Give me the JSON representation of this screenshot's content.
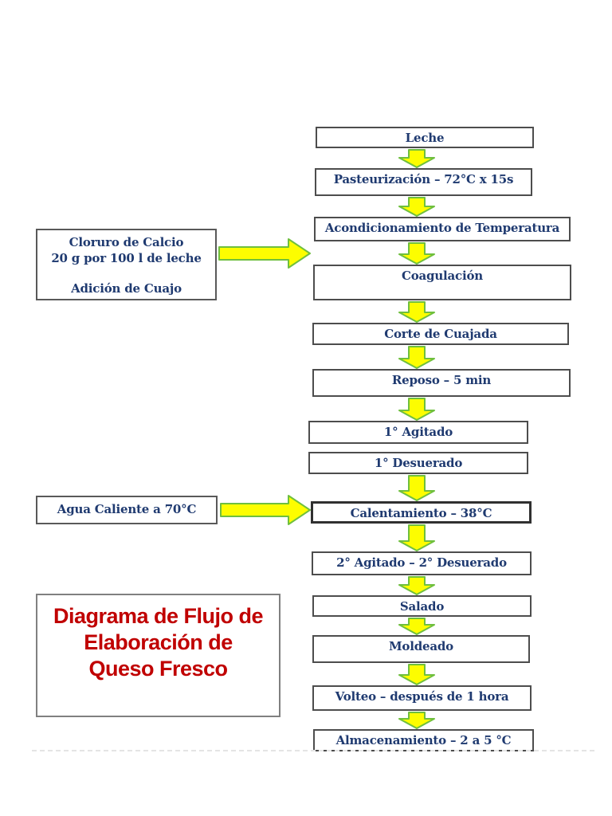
{
  "colors": {
    "box_text": "#1f3a70",
    "title_text": "#c00000",
    "arrow_fill": "#fdfd00",
    "arrow_stroke": "#6fbf3e",
    "box_border": "#4d4d4d"
  },
  "title": {
    "lines": [
      "Diagrama de Flujo de",
      "Elaboración de",
      "Queso Fresco"
    ]
  },
  "flow": {
    "steps": [
      {
        "label": "Leche"
      },
      {
        "label": "Pasteurización – 72°C x 15s"
      },
      {
        "label": "Acondicionamiento de Temperatura"
      },
      {
        "label": "Coagulación"
      },
      {
        "label": "Corte de Cuajada"
      },
      {
        "label": "Reposo – 5 min"
      },
      {
        "label": "1° Agitado"
      },
      {
        "label": "1° Desuerado"
      },
      {
        "label": "Calentamiento – 38°C"
      },
      {
        "label": "2° Agitado – 2° Desuerado"
      },
      {
        "label": "Salado"
      },
      {
        "label": "Moldeado"
      },
      {
        "label": "Volteo – después de 1 hora"
      },
      {
        "label": "Almacenamiento – 2 a 5 °C"
      }
    ]
  },
  "side_inputs": {
    "calcium": {
      "line1": "Cloruro de Calcio",
      "line2": "20 g por 100 l de leche",
      "line3": "Adición de Cuajo",
      "target": "Coagulación"
    },
    "hot_water": {
      "line1": "Agua Caliente a 70°C",
      "target": "Calentamiento – 38°C"
    }
  }
}
